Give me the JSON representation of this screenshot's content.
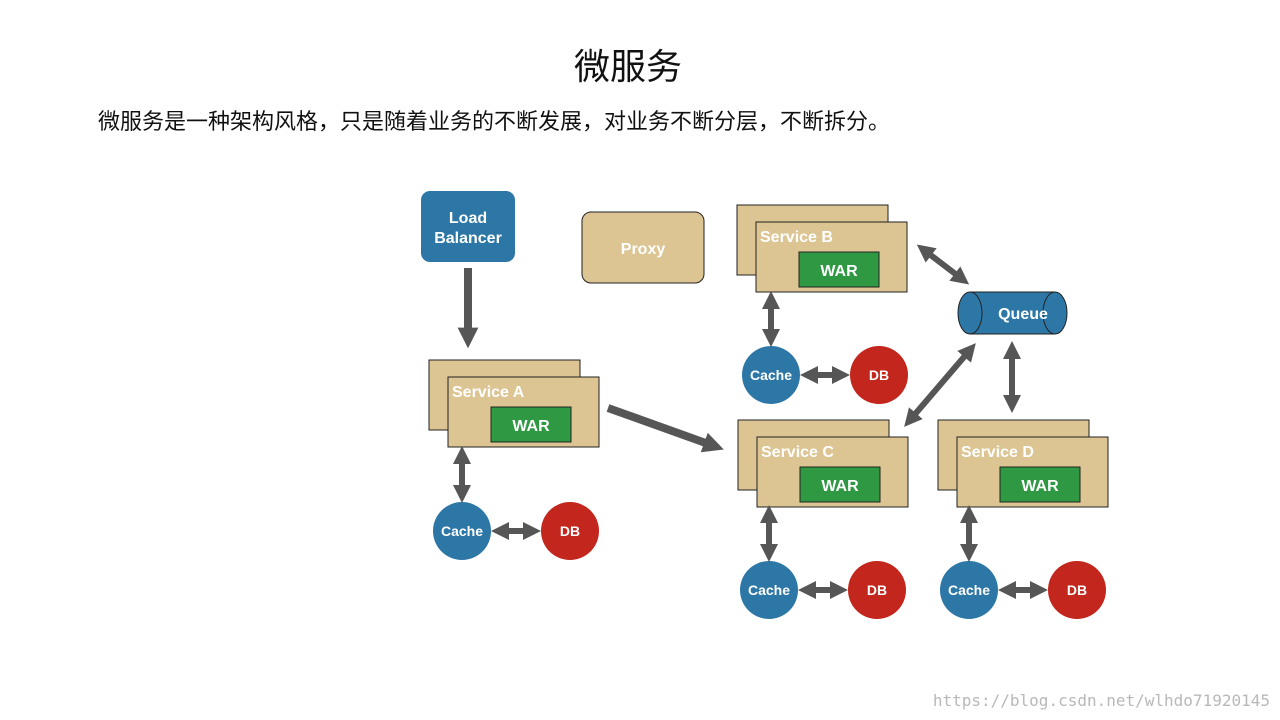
{
  "slide": {
    "title": "微服务",
    "description": "微服务是一种架构风格，只是随着业务的不断发展，对业务不断分层，不断拆分。"
  },
  "diagram": {
    "load_balancer": [
      "Load",
      "Balancer"
    ],
    "proxy": "Proxy",
    "queue": "Queue",
    "services": [
      {
        "name": "Service A",
        "war": "WAR",
        "cache": "Cache",
        "db": "DB"
      },
      {
        "name": "Service B",
        "war": "WAR",
        "cache": "Cache",
        "db": "DB"
      },
      {
        "name": "Service C",
        "war": "WAR",
        "cache": "Cache",
        "db": "DB"
      },
      {
        "name": "Service D",
        "war": "WAR",
        "cache": "Cache",
        "db": "DB"
      }
    ],
    "colors": {
      "tan": "#dcc593",
      "blue": "#2d77a7",
      "red": "#c2261c",
      "green": "#2e9942",
      "arrow": "#565656"
    }
  },
  "watermark": "https://blog.csdn.net/wlhdo71920145"
}
